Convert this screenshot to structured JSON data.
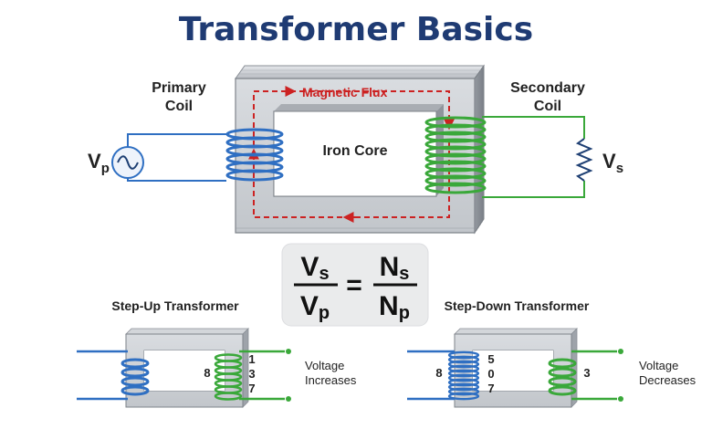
{
  "title": "Transformer Basics",
  "main": {
    "primary_coil_line1": "Primary",
    "primary_coil_line2": "Coil",
    "secondary_coil_line1": "Secondary",
    "secondary_coil_line2": "Coil",
    "magnetic_flux": "Magnetic Flux",
    "iron_core": "Iron Core",
    "vp_main": "V",
    "vp_sub": "p",
    "vs_main": "V",
    "vs_sub": "s"
  },
  "equation": {
    "num_left": "V",
    "num_left_sub": "s",
    "den_left": "V",
    "den_left_sub": "p",
    "equals": "=",
    "num_right": "N",
    "num_right_sub": "s",
    "den_right": "N",
    "den_right_sub": "p"
  },
  "step_up": {
    "title": "Step-Up Transformer",
    "primary_turns": "8",
    "secondary_turns": [
      "1",
      "3",
      "7"
    ],
    "note_line1": "Voltage",
    "note_line2": "Increases"
  },
  "step_down": {
    "title": "Step-Down Transformer",
    "primary_turns": "8",
    "primary_turns_stack": [
      "5",
      "0",
      "7"
    ],
    "secondary_turns": "3",
    "note_line1": "Voltage",
    "note_line2": "Decreases"
  },
  "colors": {
    "title": "#1f3b73",
    "core": "#c9ccd1",
    "primary_wire": "#2f6fc2",
    "secondary_wire": "#3aa83a",
    "flux": "#cc2222"
  },
  "icons": [
    "ac-source-icon",
    "resistor-icon",
    "flux-arrow-icon"
  ]
}
